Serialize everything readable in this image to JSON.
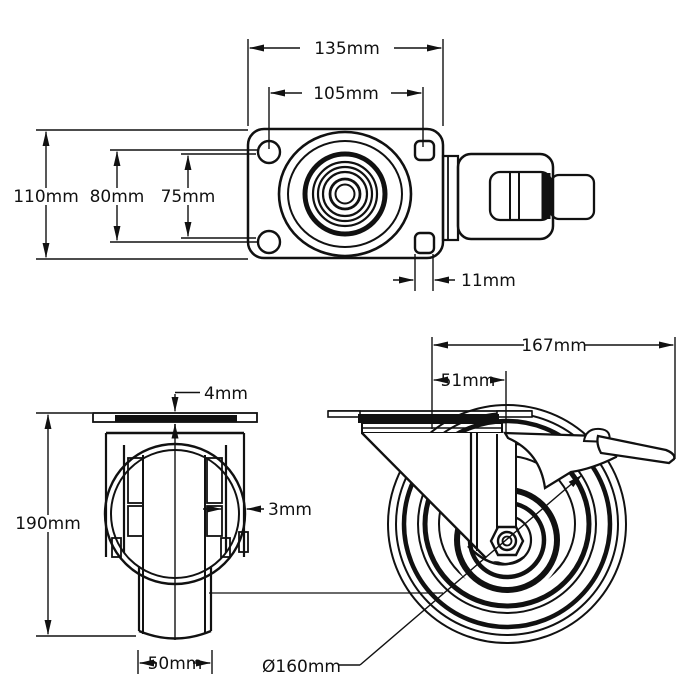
{
  "page": {
    "background": "#ffffff",
    "line_color": "#111111"
  },
  "drawing": {
    "type": "caster-wheel-technical-drawing",
    "views": {
      "plate_top_view": {
        "labels": {
          "plate_width": "135mm",
          "hole_spacing_width": "105mm",
          "plate_height": "110mm",
          "hole_spacing_height": "80mm",
          "hole_inner_spacing": "75mm",
          "hole_diameter": "11mm"
        }
      },
      "caster_front_view": {
        "labels": {
          "plate_thickness": "4mm",
          "fork_thickness": "3mm",
          "total_height": "190mm",
          "wheel_width": "50mm"
        }
      },
      "caster_side_view": {
        "labels": {
          "total_length": "167mm",
          "swivel_offset": "51mm",
          "wheel_diameter": "Ø160mm"
        }
      }
    }
  }
}
